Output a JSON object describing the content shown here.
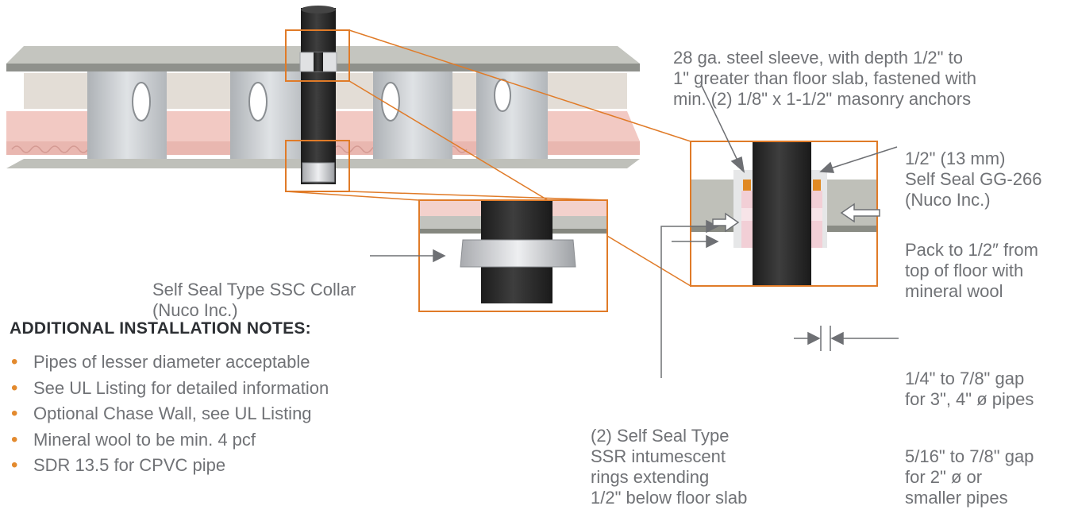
{
  "labels": {
    "sleeve": [
      "28 ga. steel sleeve, with depth 1/2\" to",
      "1\" greater than floor slab, fastened with",
      "min. (2) 1/8\" x 1-1/2\" masonry anchors"
    ],
    "self_seal_gg": [
      "1/2\" (13 mm)",
      "Self Seal GG-266",
      "(Nuco Inc.)"
    ],
    "pack": [
      "Pack to 1/2″ from",
      "top of floor with",
      "mineral wool"
    ],
    "gap_large": [
      "1/4\" to 7/8\" gap",
      "for 3\", 4\" ø pipes"
    ],
    "gap_small": [
      "5/16\" to 7/8\" gap",
      "for 2\" ø or",
      "smaller pipes"
    ],
    "rings": [
      "(2) Self Seal Type",
      "SSR intumescent",
      "rings extending",
      "1/2\" below floor slab"
    ],
    "collar": [
      "Self Seal Type SSC Collar",
      "(Nuco Inc.)"
    ]
  },
  "notes": {
    "title": "ADDITIONAL INSTALLATION NOTES:",
    "items": [
      "Pipes of lesser diameter acceptable",
      "See UL Listing for detailed information",
      "Optional Chase Wall, see UL Listing",
      "Mineral wool to be min. 4 pcf",
      "SDR 13.5 for CPVC pipe"
    ]
  },
  "colors": {
    "callout_box": "#e07b28",
    "pipe": "#2b2b2b",
    "insulation": "#f2c9c3",
    "slab": "#b7b8b1",
    "joist": "#c9ccd0",
    "leader": "#6e7074",
    "bullet": "#e38a2e",
    "notes_title": "#2c2f33",
    "text": "#707276"
  }
}
